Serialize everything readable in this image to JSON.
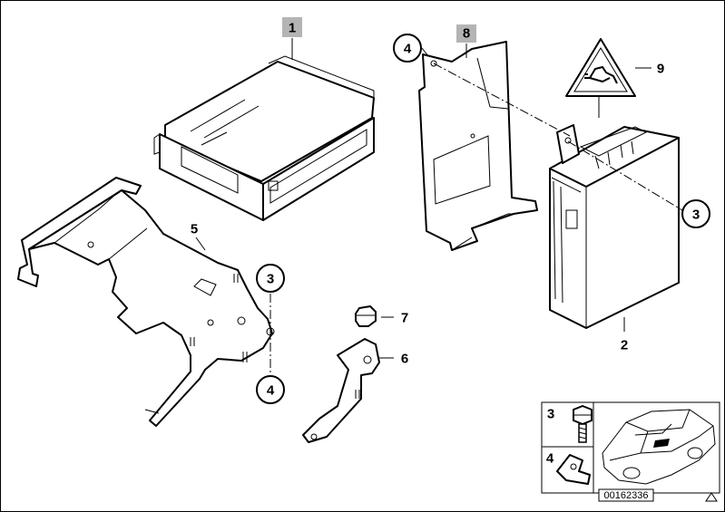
{
  "callouts": {
    "c1": "1",
    "c2": "2",
    "c3_top": "3",
    "c3_mid": "3",
    "c4_top": "4",
    "c4_mid": "4",
    "c5": "5",
    "c6": "6",
    "c7": "7",
    "c8": "8",
    "c9": "9"
  },
  "inset": {
    "label_screw": "3",
    "label_nut": "4",
    "doc_number": "00162336"
  },
  "colors": {
    "highlight": "#b4b4b4",
    "line": "#000000",
    "background": "#ffffff"
  }
}
